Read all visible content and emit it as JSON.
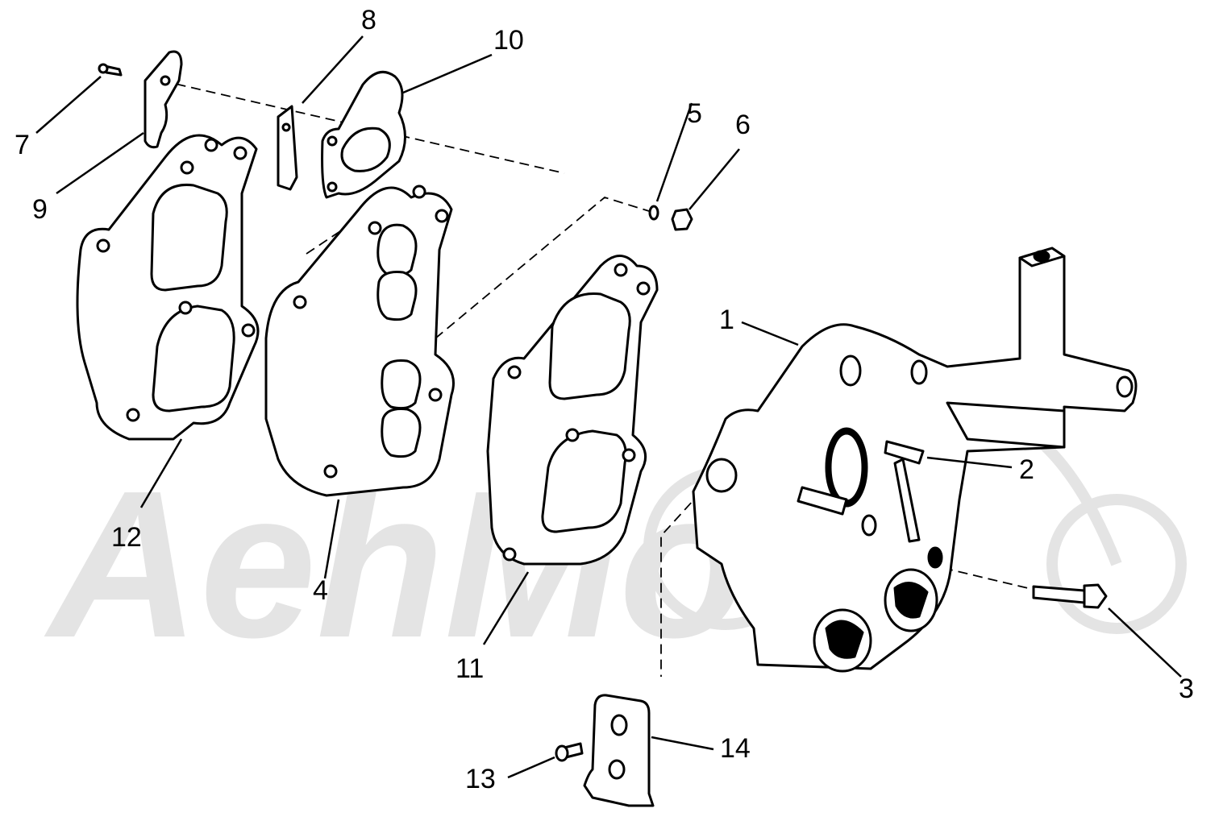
{
  "diagram": {
    "watermark_text": "AehMoto",
    "callouts": [
      {
        "id": "1",
        "text": "1"
      },
      {
        "id": "2",
        "text": "2"
      },
      {
        "id": "3",
        "text": "3"
      },
      {
        "id": "4",
        "text": "4"
      },
      {
        "id": "5",
        "text": "5"
      },
      {
        "id": "6",
        "text": "6"
      },
      {
        "id": "7",
        "text": "7"
      },
      {
        "id": "8",
        "text": "8"
      },
      {
        "id": "9",
        "text": "9"
      },
      {
        "id": "10",
        "text": "10"
      },
      {
        "id": "11",
        "text": "11"
      },
      {
        "id": "12",
        "text": "12"
      },
      {
        "id": "13",
        "text": "13"
      },
      {
        "id": "14",
        "text": "14"
      }
    ]
  }
}
